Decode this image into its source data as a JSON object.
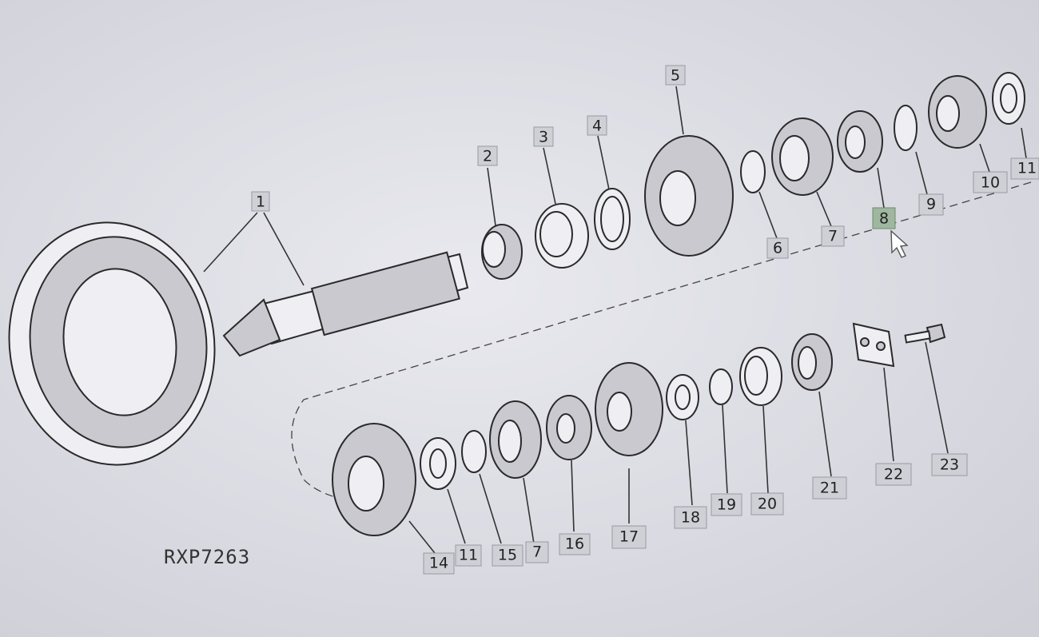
{
  "diagram": {
    "reference_code": "RXP7263",
    "selected_callout": "8",
    "callouts": [
      {
        "id": "c1",
        "label": "1"
      },
      {
        "id": "c2",
        "label": "2"
      },
      {
        "id": "c3",
        "label": "3"
      },
      {
        "id": "c4",
        "label": "4"
      },
      {
        "id": "c5",
        "label": "5"
      },
      {
        "id": "c6",
        "label": "6"
      },
      {
        "id": "c7a",
        "label": "7"
      },
      {
        "id": "c8",
        "label": "8"
      },
      {
        "id": "c9",
        "label": "9"
      },
      {
        "id": "c10",
        "label": "10"
      },
      {
        "id": "c11a",
        "label": "11"
      },
      {
        "id": "c14",
        "label": "14"
      },
      {
        "id": "c11b",
        "label": "11"
      },
      {
        "id": "c15",
        "label": "15"
      },
      {
        "id": "c7b",
        "label": "7"
      },
      {
        "id": "c16",
        "label": "16"
      },
      {
        "id": "c17",
        "label": "17"
      },
      {
        "id": "c18",
        "label": "18"
      },
      {
        "id": "c19",
        "label": "19"
      },
      {
        "id": "c20",
        "label": "20"
      },
      {
        "id": "c21",
        "label": "21"
      },
      {
        "id": "c22",
        "label": "22"
      },
      {
        "id": "c23",
        "label": "23"
      }
    ]
  }
}
